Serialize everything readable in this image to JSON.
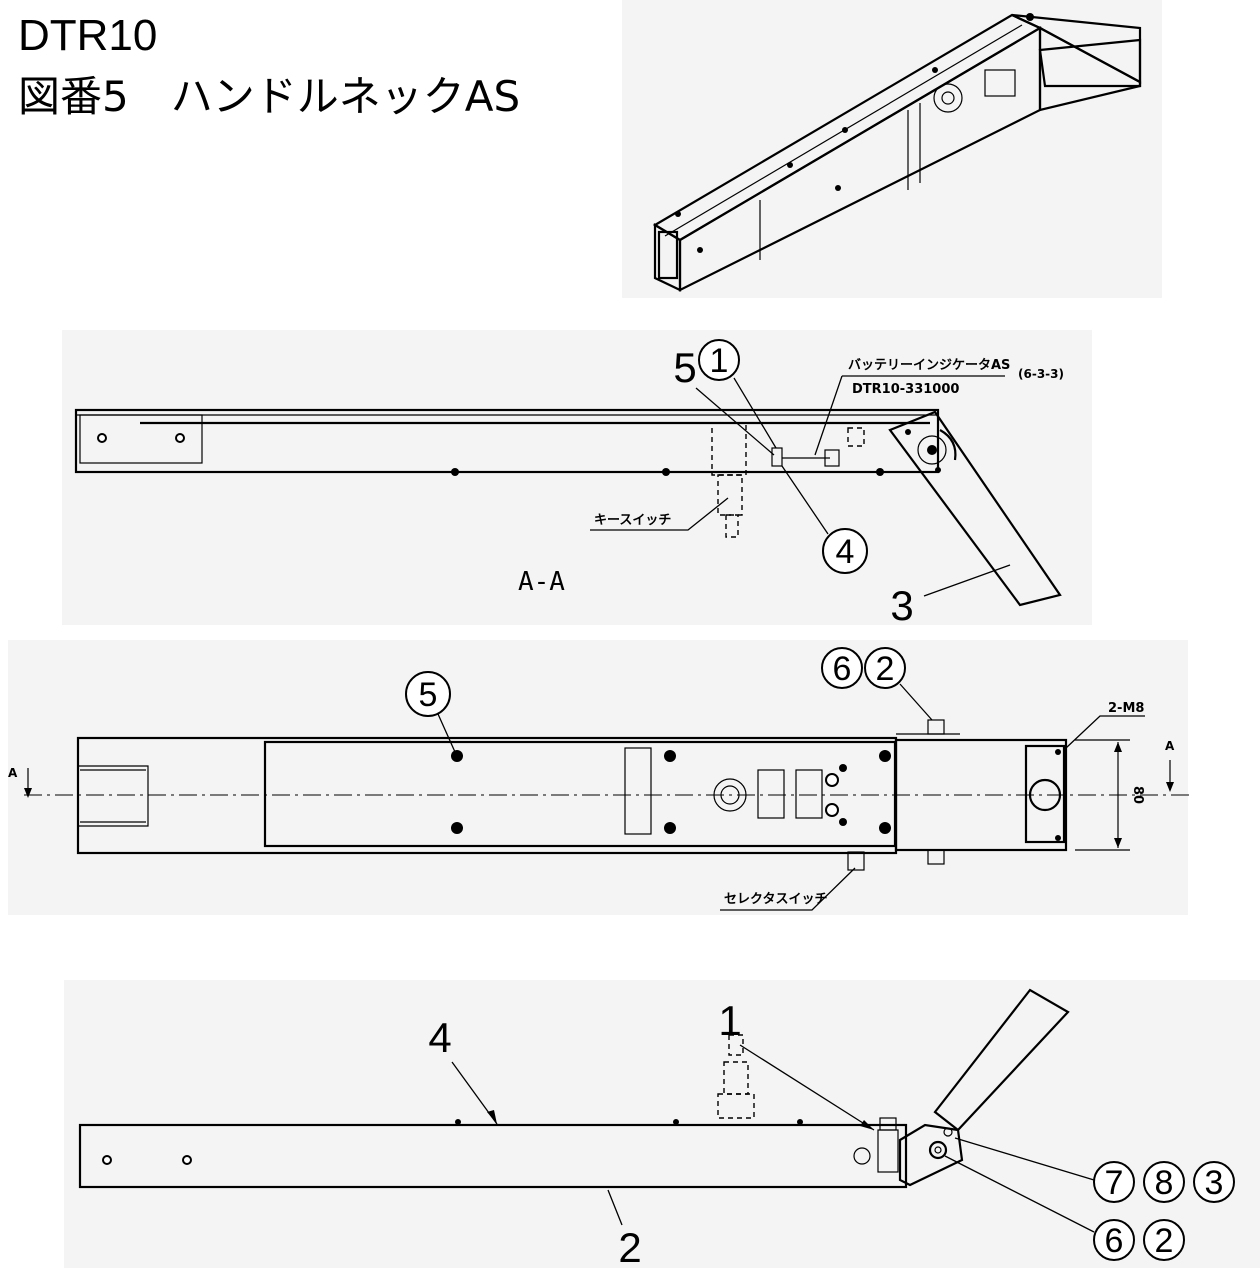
{
  "title": {
    "model": "DTR10",
    "drawing": "図番5　ハンドルネックAS"
  },
  "section_a": {
    "callouts": {
      "c1": "1",
      "c5": "5",
      "c4": "4",
      "c3": "3"
    },
    "battery_label": "バッテリーインジケータAS",
    "battery_part": "DTR10-331000",
    "battery_ref": "(6-3-3)",
    "key_switch": "キースイッチ",
    "section_name": "A-A"
  },
  "top_view": {
    "callouts": {
      "c6": "6",
      "c2": "2",
      "c5": "5"
    },
    "bolt_spec": "2-M8",
    "dimension": "80",
    "section_mark_left": "A",
    "section_mark_right": "A",
    "selector_switch": "セレクタスイッチ"
  },
  "side_view": {
    "callouts": {
      "c4": "4",
      "c1": "1",
      "c2": "2",
      "c7": "7",
      "c8": "8",
      "c3": "3",
      "c6": "6",
      "c2b": "2"
    }
  }
}
